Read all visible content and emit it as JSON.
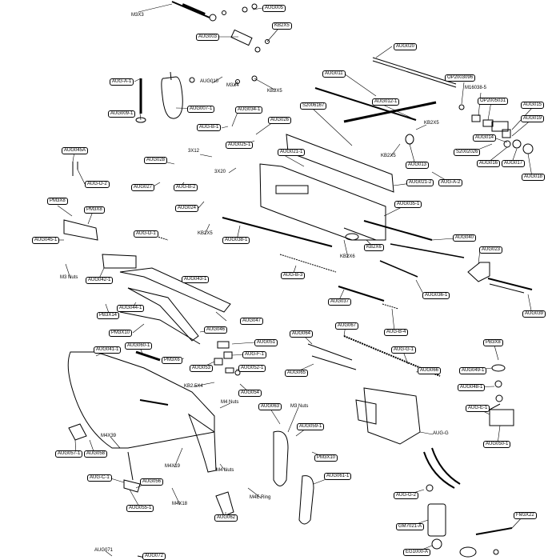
{
  "diagram": {
    "colors": {
      "ink": "#000000",
      "paper": "#ffffff",
      "label_fill": "#ffffff"
    },
    "labels": {
      "m3x3": "M3X3",
      "aug005": "AUG005",
      "kb2x5_a": "KB2X5",
      "aug003": "AUG003",
      "aug020": "AUG020",
      "aug010": "AUG010",
      "m3x4": "M3X4",
      "kb2x5_b": "KB2X5",
      "aug_a_1": "AUG-A-1",
      "aug007_1": "AUG007-1",
      "aug009_1": "AUG009-1",
      "aug011": "AUG011",
      "op2003096": "OP2003096",
      "m16038_5": "M16038-5",
      "op2005031": "OP2005031",
      "aug015": "AUG015",
      "aug034_1": "AUG034-1",
      "s2006167": "S2006167",
      "aug012_1": "AUG012-1",
      "aug019": "AUG019",
      "aug026": "AUG026",
      "kb2x5_c": "KB2X5",
      "aug_b_1": "AUG-B-1",
      "aug014": "AUG014",
      "aug025_1": "AUG025-1",
      "s2002026": "S2002026",
      "aug045a": "AUG045A",
      "3x12": "3X12",
      "aug021_1": "AUG021-1",
      "kb2x5_d": "KB2X5",
      "aug016": "AUG016",
      "aug017": "AUG017",
      "aug028": "AUG028",
      "aug013": "AUG013",
      "aug018": "AUG018",
      "aug_d_2": "AUG-D-2",
      "3x20": "3X20",
      "aug021_2": "AUG021-2",
      "aug_a_2": "AUG-A-2",
      "aug027": "AUG027",
      "aug_b_2": "AUG-B-2",
      "pm3x8_a": "PM3X8",
      "aug035_1": "AUG035-1",
      "pm3x8_b": "PM3X8",
      "aug024": "AUG024",
      "aug_d_1": "AUG-D-1",
      "kb2x5_e": "KB2X5",
      "aug038_1": "AUG038-1",
      "aug040": "AUG040",
      "aug045_1": "AUG045-1",
      "kb2x6_a": "KB2X6",
      "aug023": "AUG023",
      "kb2x6_b": "KB2X6",
      "m3_nuts_a": "M3 Nuts",
      "aug042_1": "AUG042-1",
      "aug_b_3": "AUG-B-3",
      "aug036_1": "AUG036-1",
      "aug043_1": "AUG043-1",
      "aug037": "AUG037",
      "aug044_1": "AUG044-1",
      "aug039": "AUG039",
      "pb3x14": "PB3X14",
      "aug047": "AUG047",
      "pm3x10_a": "PM3X10",
      "aug046": "AUG046",
      "aug067": "AUG067",
      "aug_b_4": "AUG-B-4",
      "aug064": "AUG064",
      "aug051": "AUG051",
      "aug060_1": "AUG060-1",
      "pb3x8": "PB3X8",
      "aug041_1": "AUG041-1",
      "aug_f_1": "AUG-F-1",
      "aug_g_1": "AUG-G-1",
      "pm3x6": "PM3X6",
      "aug053": "AUG053",
      "aug052_1": "AUG052-1",
      "aug065": "AUG065",
      "aug066": "AUG066",
      "aug049_1": "AUG049-1",
      "kb2_5x4": "KB2.5X4",
      "aug048_1": "AUG048-1",
      "aug054": "AUG054",
      "m4_nuts_a": "M4 Nuts",
      "aug063": "AUG063",
      "m3_nuts_b": "M3 Nuts",
      "aug_e_1": "AUG-E-1",
      "m4x39": "M4X39",
      "aug059_1": "AUG059-1",
      "aug_g": "AUG-G",
      "aug050_1": "AUG050-1",
      "aug057_1": "AUG057-1",
      "aug058": "AUG058",
      "pm3x10_b": "PM3X10",
      "m4x19": "M4X19",
      "m4_nuts_b": "M4 Nuts",
      "aug_c_1": "AUG-C-1",
      "aug056": "AUG056",
      "aug061_1": "AUG061-1",
      "m4e_ring": "M4E Ring",
      "aug_g_2": "AUG-G-2",
      "aug055_1": "AUG055-1",
      "m4x18": "M4X18",
      "aug062": "AUG062",
      "fm3x22": "FM3X22",
      "gm7021_a": "GM7021-A",
      "aug071": "AUG071",
      "eg1000_a": "EG1000-A",
      "aug072": "AUG072"
    }
  }
}
